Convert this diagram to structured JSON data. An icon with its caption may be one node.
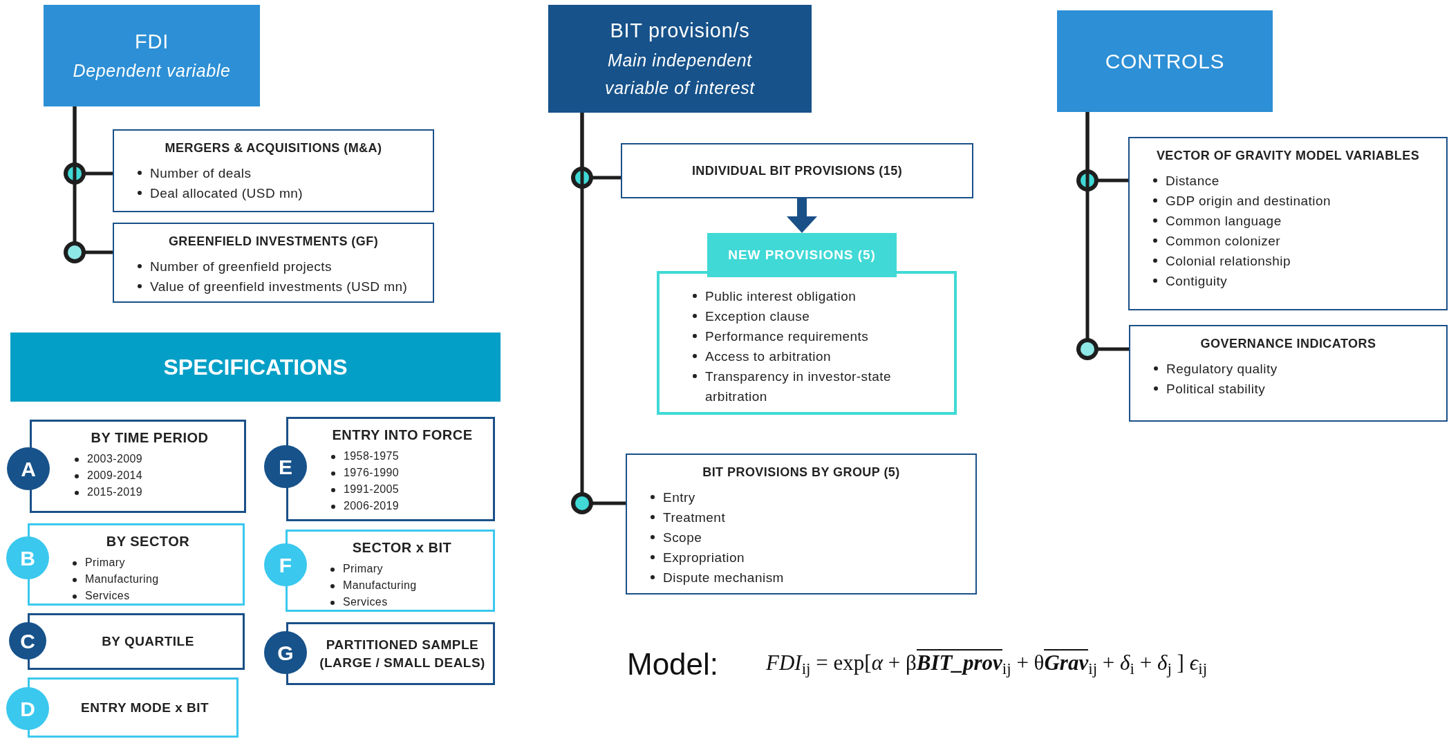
{
  "diagram": {
    "nodes": [
      {
        "text": [
          "FDI",
          "Dependent variable"
        ]
      },
      {
        "text": [
          "MERGERS & ACQUISITIONS (M&A)",
          "Number of deals",
          "Deal allocated (USD mn)"
        ]
      },
      {
        "text": [
          "GREENFIELD INVESTMENTS (GF)",
          "Number of greenfield projects",
          "Value of greenfield investments (USD mn)"
        ]
      },
      {
        "text": [
          "BIT provision/s",
          "Main independent variable of interest"
        ]
      },
      {
        "text": [
          "INDIVIDUAL BIT PROVISIONS (15)"
        ]
      },
      {
        "text": [
          "NEW PROVISIONS (5)"
        ]
      },
      {
        "text": [
          "Public interest obligation",
          "Exception clause",
          "Performance requirements",
          "Access to arbitration",
          "Transparency in investor-state arbitration"
        ]
      },
      {
        "text": [
          "BIT PROVISIONS BY GROUP (5)",
          "Entry",
          "Treatment",
          "Scope",
          "Expropriation",
          "Dispute mechanism"
        ]
      },
      {
        "text": [
          "CONTROLS"
        ]
      },
      {
        "text": [
          "VECTOR OF GRAVITY MODEL VARIABLES",
          "Distance",
          "GDP origin and destination",
          "Common language",
          "Common colonizer",
          "Colonial relationship",
          "Contiguity"
        ]
      },
      {
        "text": [
          "GOVERNANCE INDICATORS",
          "Regulatory quality",
          "Political stability"
        ]
      },
      {
        "text": [
          "SPECIFICATIONS"
        ]
      },
      {
        "text": [
          "A"
        ]
      },
      {
        "text": [
          "BY TIME PERIOD",
          "2003-2009",
          "2009-2014",
          "2015-2019"
        ]
      },
      {
        "text": [
          "E"
        ]
      },
      {
        "text": [
          "ENTRY INTO FORCE",
          "1958-1975",
          "1976-1990",
          "1991-2005",
          "2006-2019"
        ]
      },
      {
        "text": [
          "B"
        ]
      },
      {
        "text": [
          "BY SECTOR",
          "Primary",
          "Manufacturing",
          "Services"
        ]
      },
      {
        "text": [
          "F"
        ]
      },
      {
        "text": [
          "SECTOR x BIT",
          "Primary",
          "Manufacturing",
          "Services"
        ]
      },
      {
        "text": [
          "C"
        ]
      },
      {
        "text": [
          "BY QUARTILE"
        ]
      },
      {
        "text": [
          "G"
        ]
      },
      {
        "text": [
          "PARTITIONED SAMPLE (LARGE / SMALL DEALS)"
        ]
      },
      {
        "text": [
          "D"
        ]
      },
      {
        "text": [
          "ENTRY MODE x BIT"
        ]
      }
    ],
    "edges": [
      {
        "from": 0,
        "to": 1,
        "arrow": "none"
      },
      {
        "from": 0,
        "to": 2,
        "arrow": "none"
      },
      {
        "from": 3,
        "to": 4,
        "arrow": "none"
      },
      {
        "from": 3,
        "to": 7,
        "arrow": "none"
      },
      {
        "from": 4,
        "to": 5,
        "arrow": "to",
        "style": "thick",
        "color": "#1a5088"
      },
      {
        "from": 8,
        "to": 9,
        "arrow": "none"
      },
      {
        "from": 8,
        "to": 10,
        "arrow": "none"
      }
    ],
    "labels": [
      "Model:",
      "*FDI*$_{ij}$ = exp[*α* + β**BIT_prov**$_{ij}$ + θ**Grav**$_{ij}$ + *δ*$_{i}$ + *δ*$_{j}$ ] *ϵ*$_{ij}$"
    ]
  }
}
